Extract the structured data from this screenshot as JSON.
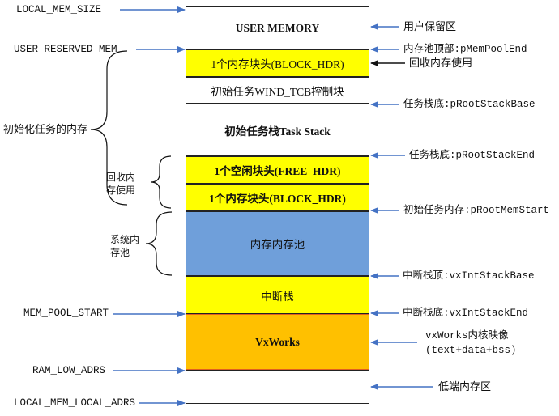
{
  "colors": {
    "white": "#ffffff",
    "yellow": "#ffff00",
    "blue": "#6f9fda",
    "orange": "#ffc000",
    "arrow": "#4472c4"
  },
  "blocks": [
    {
      "id": "user-memory",
      "text": "USER MEMORY",
      "color": "white",
      "bold": true
    },
    {
      "id": "block-hdr-1",
      "text": "1个内存块头(BLOCK_HDR)",
      "color": "yellow",
      "bold": false
    },
    {
      "id": "wind-tcb",
      "text": "初始任务WIND_TCB控制块",
      "color": "white",
      "bold": false
    },
    {
      "id": "task-stack",
      "text": "初始任务栈Task Stack",
      "color": "white",
      "bold": true
    },
    {
      "id": "free-hdr",
      "text": "1个空闲块头(FREE_HDR)",
      "color": "yellow",
      "bold": true
    },
    {
      "id": "block-hdr-2",
      "text": "1个内存块头(BLOCK_HDR)",
      "color": "yellow",
      "bold": true
    },
    {
      "id": "mem-pool",
      "text": "内存内存池",
      "color": "blue",
      "bold": false
    },
    {
      "id": "int-stack",
      "text": "中断栈",
      "color": "yellow",
      "bold": false
    },
    {
      "id": "vxworks",
      "text": "VxWorks",
      "color": "orange",
      "bold": true
    },
    {
      "id": "low-area",
      "text": "",
      "color": "white",
      "bold": false
    }
  ],
  "left_labels": [
    {
      "id": "local-mem-size",
      "text": "LOCAL_MEM_SIZE"
    },
    {
      "id": "user-reserved-mem",
      "text": "USER_RESERVED_MEM"
    },
    {
      "id": "mem-pool-start",
      "text": "MEM_POOL_START"
    },
    {
      "id": "ram-low-adrs",
      "text": "RAM_LOW_ADRS"
    },
    {
      "id": "local-mem-local-adrs",
      "text": "LOCAL_MEM_LOCAL_ADRS"
    }
  ],
  "right_labels": [
    {
      "id": "user-reserved-area",
      "text": "用户保留区"
    },
    {
      "id": "mem-pool-end",
      "text": "内存池顶部:pMemPoolEnd"
    },
    {
      "id": "reclaim-use",
      "text": "回收内存使用"
    },
    {
      "id": "root-stack-base",
      "text": "任务栈底:pRootStackBase"
    },
    {
      "id": "root-stack-end",
      "text": "任务栈底:pRootStackEnd"
    },
    {
      "id": "root-mem-start",
      "text": "初始任务内存:pRootMemStart"
    },
    {
      "id": "int-stack-base",
      "text": "中断栈顶:vxIntStackBase"
    },
    {
      "id": "int-stack-end",
      "text": "中断栈底:vxIntStackEnd"
    },
    {
      "id": "kernel-image",
      "text": "vxWorks内核映像"
    },
    {
      "id": "kernel-image-sections",
      "text": "(text+data+bss)"
    },
    {
      "id": "low-mem-area",
      "text": "低端内存区"
    }
  ],
  "brace_labels": [
    {
      "id": "init-task-mem",
      "text": "初始化任务的内存"
    },
    {
      "id": "reclaim-1",
      "text": "回收内"
    },
    {
      "id": "reclaim-2",
      "text": "存使用"
    },
    {
      "id": "sys-pool-1",
      "text": "系统内"
    },
    {
      "id": "sys-pool-2",
      "text": "存池"
    }
  ]
}
